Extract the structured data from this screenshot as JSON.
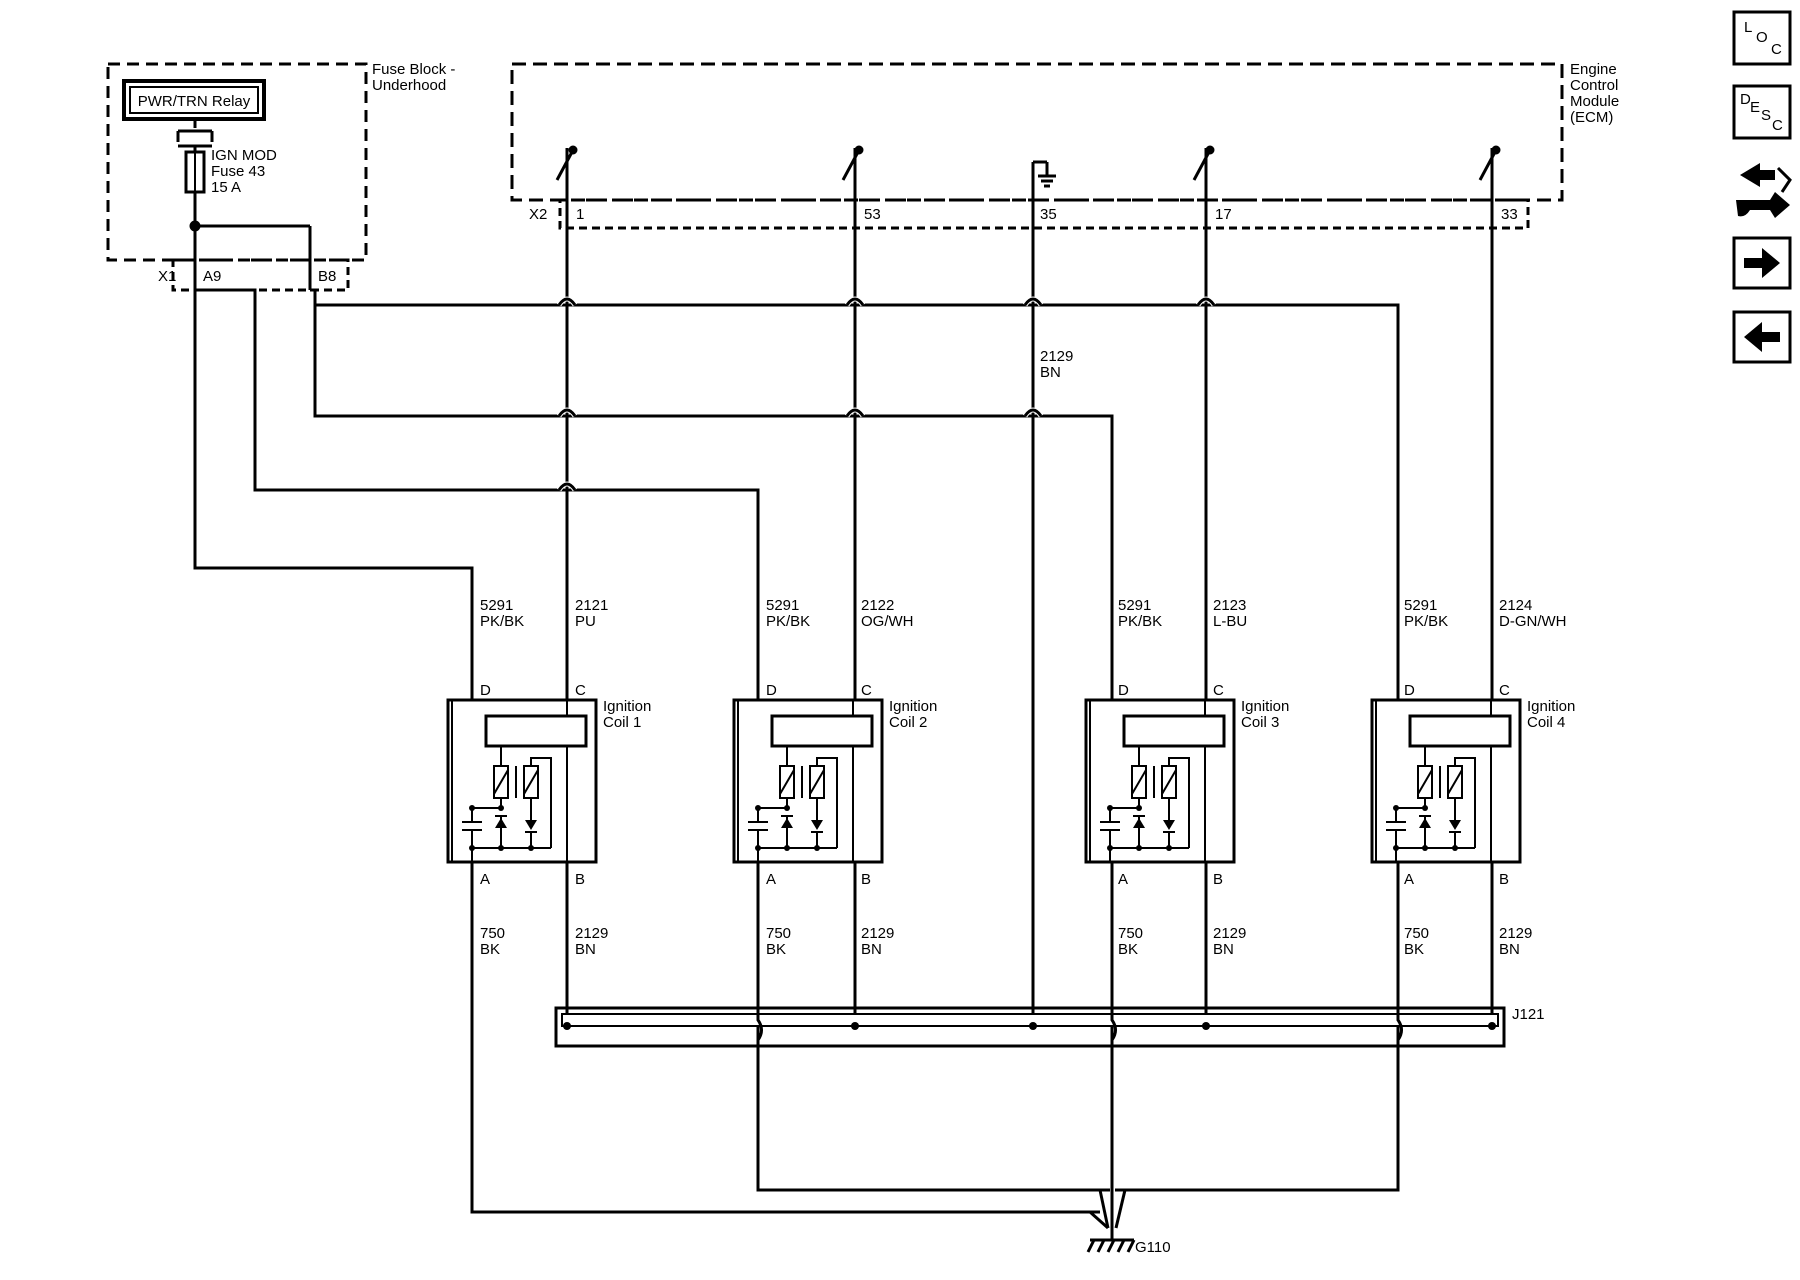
{
  "fuse_block": {
    "title_line1": "Fuse Block -",
    "title_line2": "Underhood",
    "relay_label": "PWR/TRN Relay",
    "fuse_line1": "IGN MOD",
    "fuse_line2": "Fuse 43",
    "fuse_line3": "15 A",
    "connector": "X1",
    "pin_a9": "A9",
    "pin_b8": "B8"
  },
  "ecm": {
    "title_line1": "Engine",
    "title_line2": "Control",
    "title_line3": "Module",
    "title_line4": "(ECM)",
    "connector": "X2",
    "pins": [
      "1",
      "53",
      "35",
      "17",
      "33"
    ]
  },
  "ground_circuit_label": {
    "circuit": "2129",
    "color": "BN"
  },
  "coils": [
    {
      "name_line1": "Ignition",
      "name_line2": "Coil 1",
      "pin_d": "D",
      "pin_c": "C",
      "pin_a": "A",
      "pin_b": "B",
      "d_wire": "5291",
      "d_color": "PK/BK",
      "c_wire": "2121",
      "c_color": "PU",
      "a_wire": "750",
      "a_color": "BK",
      "b_wire": "2129",
      "b_color": "BN"
    },
    {
      "name_line1": "Ignition",
      "name_line2": "Coil 2",
      "pin_d": "D",
      "pin_c": "C",
      "pin_a": "A",
      "pin_b": "B",
      "d_wire": "5291",
      "d_color": "PK/BK",
      "c_wire": "2122",
      "c_color": "OG/WH",
      "a_wire": "750",
      "a_color": "BK",
      "b_wire": "2129",
      "b_color": "BN"
    },
    {
      "name_line1": "Ignition",
      "name_line2": "Coil 3",
      "pin_d": "D",
      "pin_c": "C",
      "pin_a": "A",
      "pin_b": "B",
      "d_wire": "5291",
      "d_color": "PK/BK",
      "c_wire": "2123",
      "c_color": "L-BU",
      "a_wire": "750",
      "a_color": "BK",
      "b_wire": "2129",
      "b_color": "BN"
    },
    {
      "name_line1": "Ignition",
      "name_line2": "Coil 4",
      "pin_d": "D",
      "pin_c": "C",
      "pin_a": "A",
      "pin_b": "B",
      "d_wire": "5291",
      "d_color": "PK/BK",
      "c_wire": "2124",
      "c_color": "D-GN/WH",
      "a_wire": "750",
      "a_color": "BK",
      "b_wire": "2129",
      "b_color": "BN"
    }
  ],
  "splice_label": "J121",
  "ground_label": "G110",
  "nav": {
    "loc": {
      "big": "L",
      "mid": "O",
      "small": "C"
    },
    "desc": {
      "l1": "D",
      "l2": "E",
      "l3": "S",
      "l4": "C"
    },
    "icons": [
      "location-icon",
      "description-icon",
      "connector-view-icon",
      "next-arrow-icon",
      "previous-arrow-icon"
    ]
  }
}
